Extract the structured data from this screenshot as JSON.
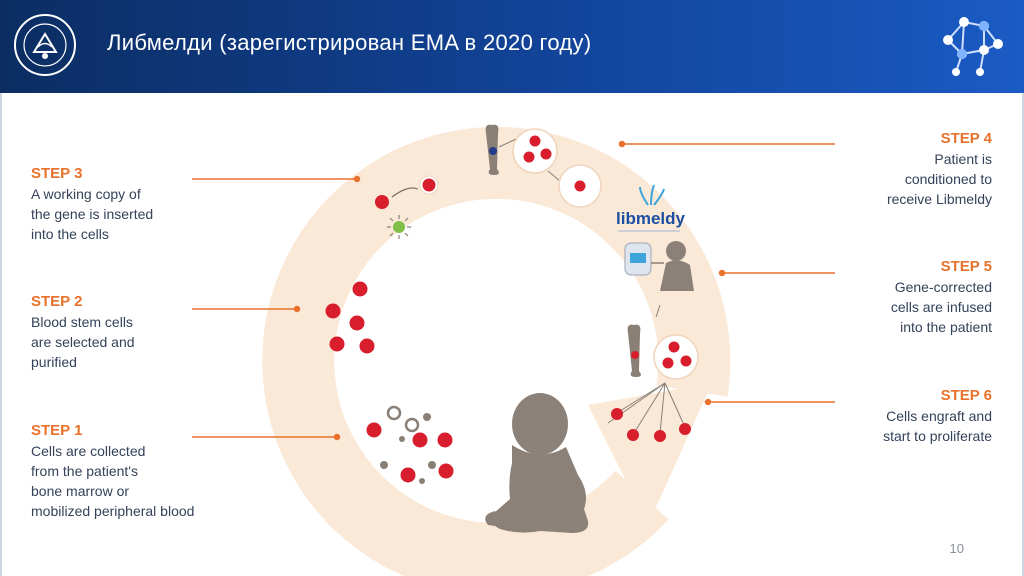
{
  "slide": {
    "title": "Либмелди (зарегистрирован EMA в 2020 году)",
    "page_number": "10",
    "brand_logo_text": "libmeldy"
  },
  "steps": [
    {
      "id": "1",
      "label": "STEP 1",
      "lines": [
        "Cells are collected",
        "from the patient's",
        "bone marrow or",
        "mobilized peripheral blood"
      ]
    },
    {
      "id": "2",
      "label": "STEP 2",
      "lines": [
        "Blood stem cells",
        "are selected and",
        "purified"
      ]
    },
    {
      "id": "3",
      "label": "STEP 3",
      "lines": [
        "A working copy of",
        "the gene is inserted",
        "into the cells"
      ]
    },
    {
      "id": "4",
      "label": "STEP 4",
      "lines": [
        "Patient is",
        "conditioned to",
        "receive Libmeldy"
      ]
    },
    {
      "id": "5",
      "label": "STEP 5",
      "lines": [
        "Gene-corrected",
        "cells are infused",
        "into the patient"
      ]
    },
    {
      "id": "6",
      "label": "STEP 6",
      "lines": [
        "Cells engraft and",
        "start to proliferate"
      ]
    }
  ],
  "colors": {
    "header_start": "#0b2d62",
    "header_end": "#1a5bc4",
    "accent": "#e8712c",
    "ring": "#fbe9d8",
    "cell": "#d81e2c",
    "text": "#34425a"
  },
  "icons": [
    "university-seal-icon",
    "molecule-icon",
    "bone-icon",
    "virus-vector-icon",
    "iv-bag-icon",
    "child-silhouette-icon"
  ]
}
